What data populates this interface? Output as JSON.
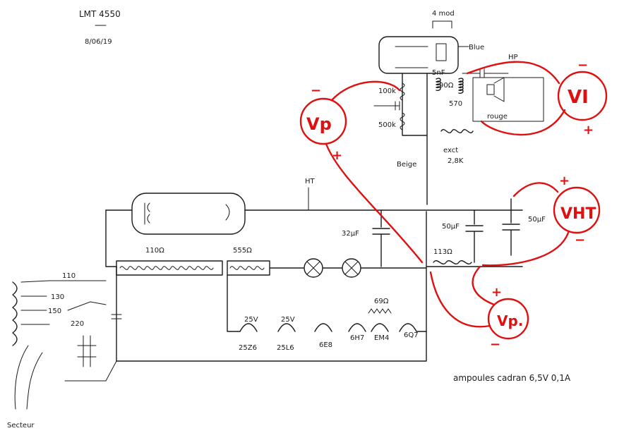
{
  "header": {
    "model": "LMT 4550",
    "date": "8/06/19"
  },
  "tube": {
    "label": "4 mod",
    "wire_labels": {
      "blue": "Blue",
      "hp": "HP",
      "beige": "Beige",
      "rouge": "rouge"
    }
  },
  "components": {
    "r_100k": "100k",
    "r_500k": "500k",
    "c_5nf": "5nF",
    "r_90": "90Ω",
    "r_570": "570",
    "exct": "exct",
    "r_2_8k": "2,8K",
    "ht": "HT",
    "c_32": "32µF",
    "c_50a": "50µF",
    "c_50b": "50µF",
    "r_113": "113Ω",
    "r_110": "110Ω",
    "r_555": "555Ω",
    "r_69": "69Ω",
    "volt_110": "110",
    "volt_130": "130",
    "volt_150": "150",
    "volt_220": "220",
    "filament_25v_a": "25V",
    "filament_25v_b": "25V",
    "secteur": "Secteur"
  },
  "tubes_row": [
    "25Z6",
    "25L6",
    "6E8",
    "6H7",
    "EM4",
    "6Q7"
  ],
  "note": "ampoules cadran 6,5V 0,1A",
  "meters": [
    {
      "name": "VI",
      "neg": "−",
      "pos": "+"
    },
    {
      "name": "Vp",
      "neg": "−",
      "pos": "+"
    },
    {
      "name": "VHT",
      "neg": "−",
      "pos": "+"
    },
    {
      "name": "Vp.",
      "neg": "−",
      "pos": "+"
    }
  ],
  "colors": {
    "ink": "#1a1a1a",
    "red": "#e01010",
    "paper": "#ffffff"
  }
}
